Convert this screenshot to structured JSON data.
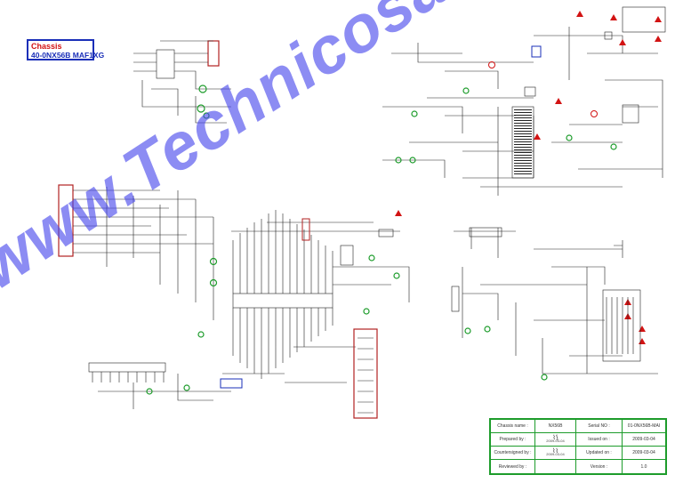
{
  "chassis": {
    "line1": "Chassis",
    "line2": "40-0NX56B MAF1XG"
  },
  "watermark": "www.Technicosaurios.com",
  "title_block": {
    "chassis_name_label": "Chassis name :",
    "chassis_name_value": "NX56B",
    "serial_no_label": "Serial NO :",
    "serial_no_value": "01-0NX56B-MAI",
    "prepared_by_label": "Prepared by :",
    "prepared_sig_date": "2009-03-04",
    "issued_on_label": "Issued on :",
    "issued_on_value": "2009-03-04",
    "countersigned_label": "Countersigned by :",
    "countersigned_sig_date": "2009-03-04",
    "updated_on_label": "Updated on :",
    "updated_on_value": "2009-03-04",
    "reviewed_by_label": "Reviewed by :",
    "version_label": "Version :",
    "version_value": "1.0"
  },
  "colors": {
    "schematic_line": "#222222",
    "component_green": "#1d9c2b",
    "warning_red": "#d21313",
    "watermark_blue": "#4646eb",
    "chassis_border": "#1a2fb8",
    "connector_red": "#b22222"
  }
}
